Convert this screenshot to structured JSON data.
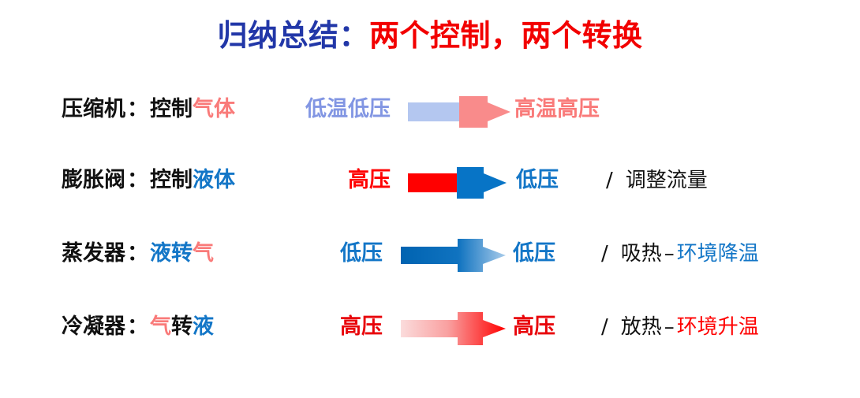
{
  "slide": {
    "title_prefix": "归纳总结：",
    "title_main": "两个控制，两个转换",
    "colors": {
      "title_blue": "#2237A8",
      "title_red": "#F20000",
      "black": "#111111",
      "red": "#FF0000",
      "salmon": "#F97A79",
      "blue": "#1376C7",
      "light_blue": "#8296E3",
      "background": "#FFFFFF"
    }
  },
  "rows": [
    {
      "component": "压缩机",
      "separator": "：",
      "action_prefix": "控制",
      "action_target": "气体",
      "action_target_color": "#F97A79",
      "state_from": "低温低压",
      "state_from_color": "#8296E3",
      "state_to": "高温高压",
      "state_to_color": "#F97A79",
      "arrow": {
        "name": "arrow-lowtemp-to-hightemp",
        "shaft_color": "#B4C7F0",
        "head_color": "#F98B8B",
        "style": "two-tone"
      },
      "note_slash": "",
      "note_text": "",
      "note_highlight": "",
      "note_highlight_color": ""
    },
    {
      "component": "膨胀阀",
      "separator": "：",
      "action_prefix": "控制",
      "action_target": "液体",
      "action_target_color": "#1376C7",
      "state_from": "高压",
      "state_from_color": "#FF0000",
      "state_to": "低压",
      "state_to_color": "#1376C7",
      "arrow": {
        "name": "arrow-highpressure-to-lowpressure",
        "shaft_color": "#FF0000",
        "head_color": "#0774C6",
        "style": "two-tone"
      },
      "note_slash": "/",
      "note_text": "调整流量",
      "note_highlight": "",
      "note_highlight_color": ""
    },
    {
      "component": "蒸发器",
      "separator": "：",
      "action_prefix": "液转",
      "action_prefix_color": "#1376C7",
      "action_target": "气",
      "action_target_color": "#F97A79",
      "state_from": "低压",
      "state_from_color": "#1376C7",
      "state_to": "低压",
      "state_to_color": "#1376C7",
      "arrow": {
        "name": "arrow-evaporator-lowpressure",
        "gradient_start": "#0063B1",
        "gradient_end": "#A9CCEB",
        "style": "gradient"
      },
      "note_slash": "/",
      "note_text": "吸热",
      "note_dash": "–",
      "note_highlight": "环境降温",
      "note_highlight_color": "#1376C7"
    },
    {
      "component": "冷凝器",
      "separator": "：",
      "action_prefix": "气",
      "action_prefix_color": "#F97A79",
      "action_middle": "转",
      "action_target": "液",
      "action_target_color": "#1376C7",
      "state_from": "高压",
      "state_from_color": "#E8040A",
      "state_to": "高压",
      "state_to_color": "#E8040A",
      "arrow": {
        "name": "arrow-condenser-highpressure",
        "gradient_start": "#FBDCDC",
        "gradient_end": "#FF0000",
        "style": "gradient"
      },
      "note_slash": "/",
      "note_text": "放热",
      "note_dash": "–",
      "note_highlight": "环境升温",
      "note_highlight_color": "#FF0000"
    }
  ]
}
